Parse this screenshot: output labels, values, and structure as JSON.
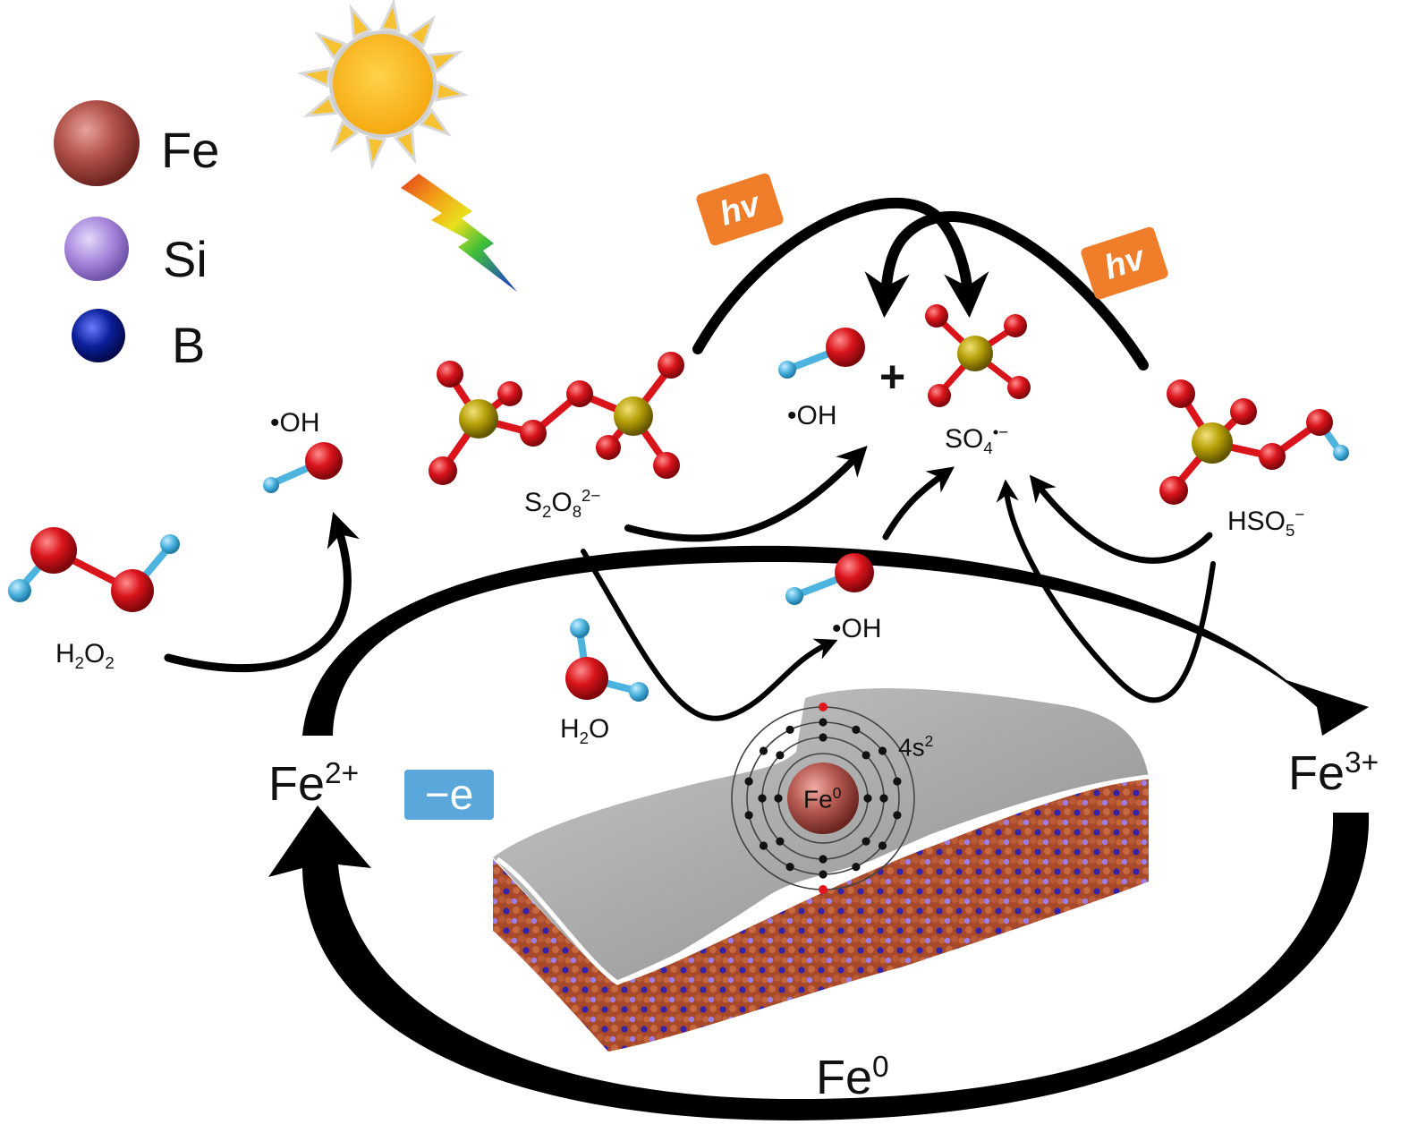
{
  "legend": [
    {
      "symbol": "Fe",
      "color": "#b2524a"
    },
    {
      "symbol": "Si",
      "color": "#a989dd"
    },
    {
      "symbol": "B",
      "color": "#0b1f9a"
    }
  ],
  "species": {
    "h2o2": {
      "base": "H",
      "sub1": "2",
      "mid": "O",
      "sub2": "2"
    },
    "oh_left": "•OH",
    "oh_center": "•OH",
    "oh_lower": "•OH",
    "s2o8": {
      "base": "S",
      "sub1": "2",
      "mid": "O",
      "sub2": "8",
      "sup": "2−"
    },
    "so4": {
      "base": "SO",
      "sub": "4",
      "sup": "•−"
    },
    "hso5": {
      "base": "HSO",
      "sub": "5",
      "sup": "−"
    },
    "h2o": {
      "base": "H",
      "sub": "2",
      "tail": "O"
    },
    "plus": "+"
  },
  "badges": {
    "hv_left": "hv",
    "hv_right": "hv",
    "minus_e": "−e"
  },
  "ions": {
    "fe2": {
      "base": "Fe",
      "sup": "2+"
    },
    "fe3": {
      "base": "Fe",
      "sup": "3+"
    },
    "fe0": {
      "base": "Fe",
      "sup": "0"
    }
  },
  "atom": {
    "core": {
      "base": "Fe",
      "sup": "0"
    },
    "orbital": {
      "base": "4s",
      "sup": "2"
    }
  },
  "colors": {
    "oxygen": "#d9141b",
    "hydrogen": "#4db3df",
    "sulfur": "#b7a009",
    "sun": "#f6b418",
    "sun_ray": "#f6c232"
  }
}
